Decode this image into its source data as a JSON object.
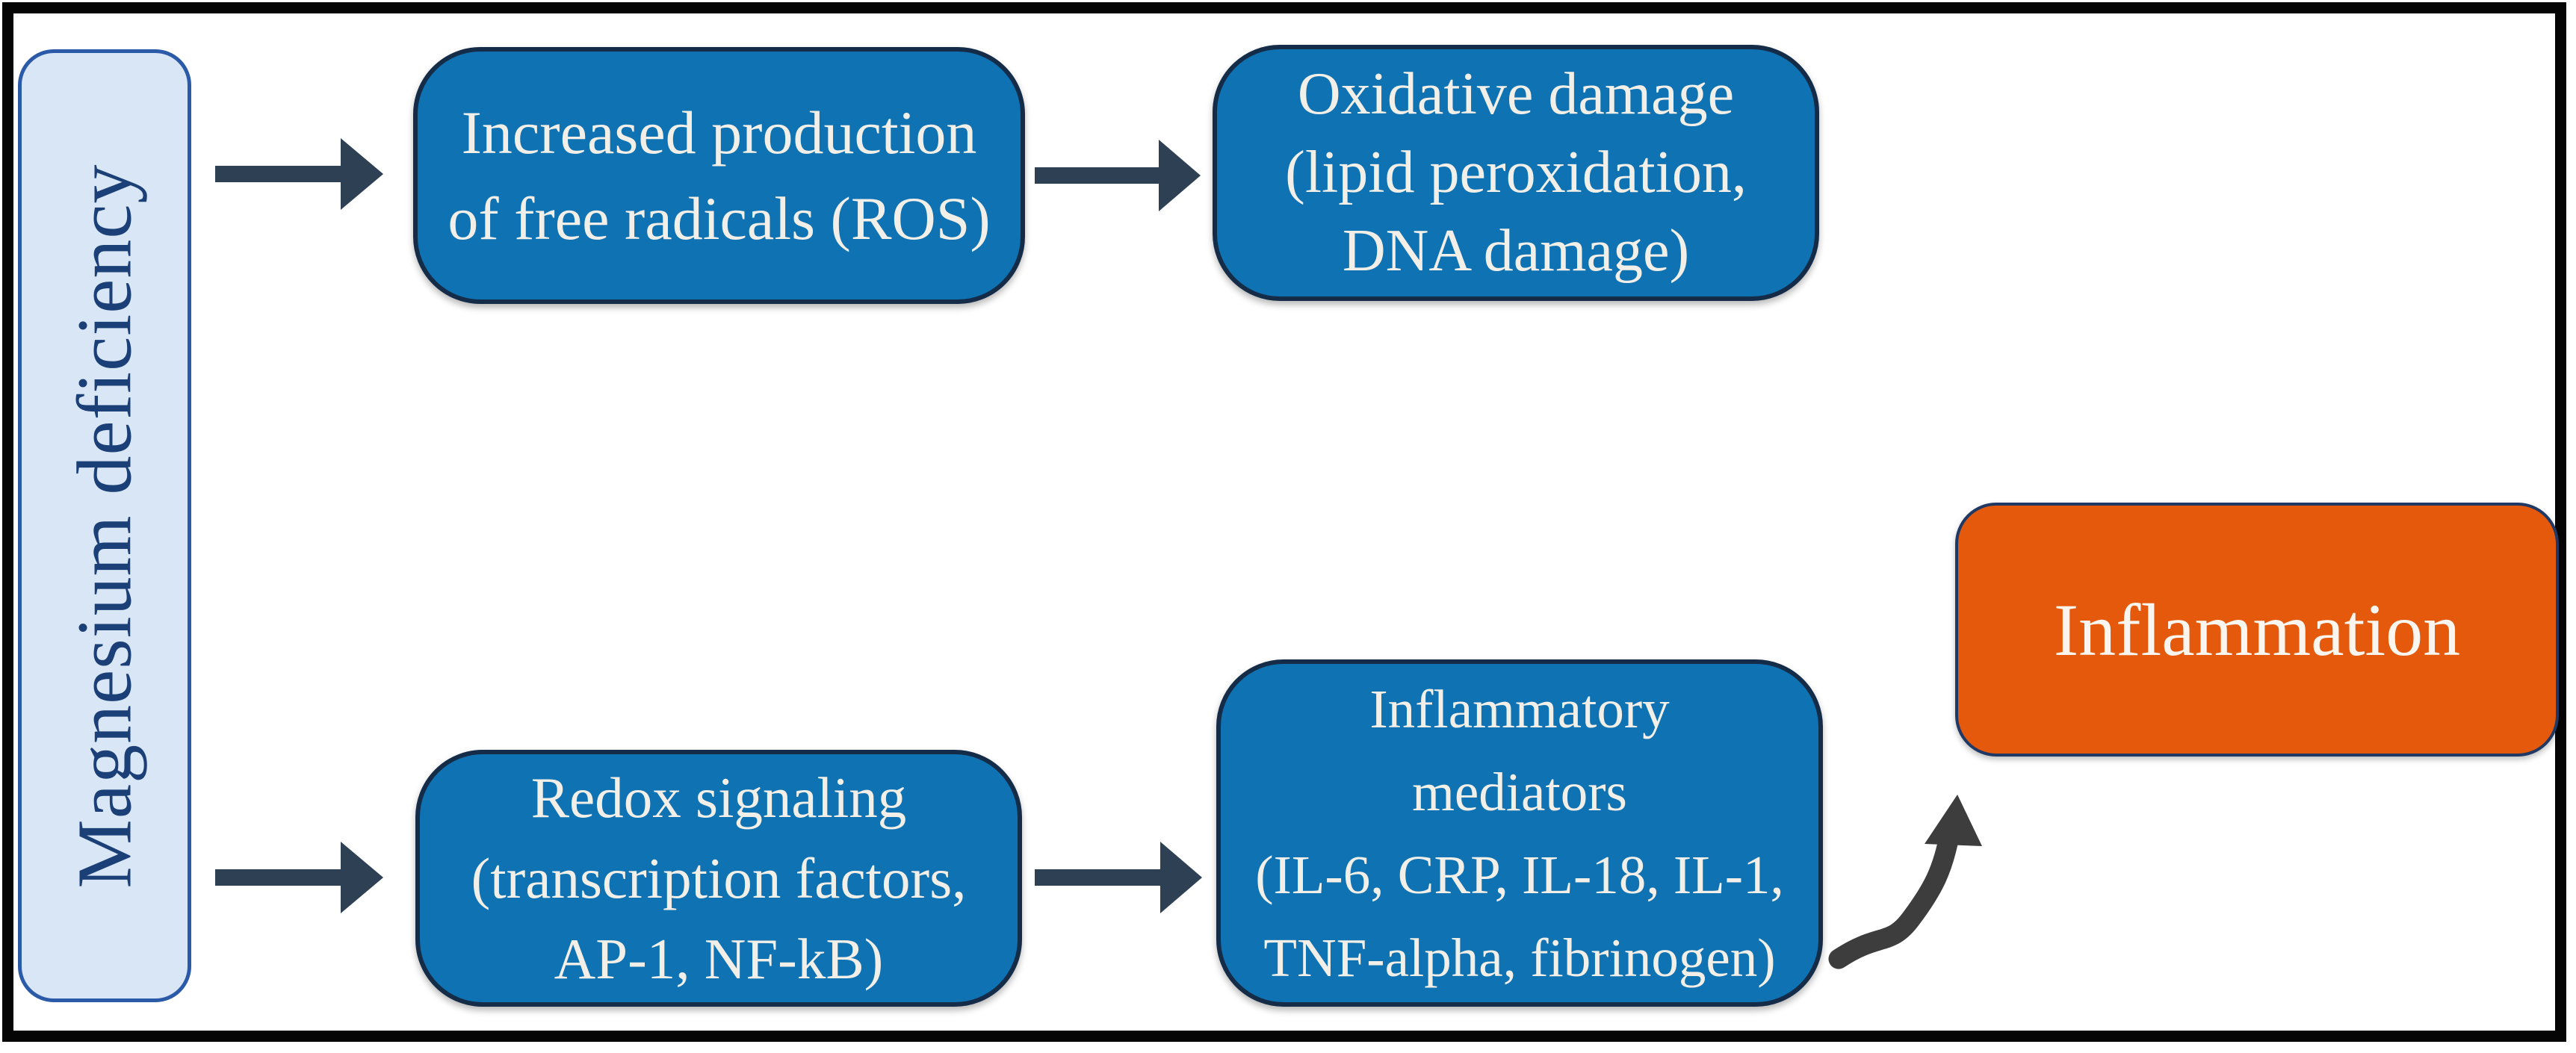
{
  "figure": {
    "title": "Magnesium deficiency, oxidative stress and inflammation flowchart",
    "colors": {
      "frame": "#050505",
      "node-blue-fill": "#0f72b3",
      "node-blue-border": "#142c47",
      "node-blue-text": "#f2efe8",
      "source-fill": "#d9e6f5",
      "source-border": "#2a5aa8",
      "source-text": "#1b3f77",
      "inflammation-fill": "#e4590b",
      "inflammation-border": "#1f3864",
      "inflammation-text": "#faf6ef",
      "arrow": "#2e4154",
      "curved-arrow": "#3d3d3d"
    },
    "nodes": {
      "magnesium": {
        "label": "Magnesium deficiency"
      },
      "ros": {
        "lines": [
          "Increased production",
          "of free radicals (ROS)"
        ]
      },
      "oxidative": {
        "lines": [
          "Oxidative damage",
          "(lipid peroxidation,",
          "DNA damage)"
        ]
      },
      "redox": {
        "lines": [
          "Redox signaling",
          "(transcription factors,",
          "AP-1, NF-kB)"
        ]
      },
      "mediators": {
        "lines": [
          "Inflammatory",
          "mediators",
          "(IL-6, CRP, IL-18, IL-1,",
          "TNF-alpha, fibrinogen)"
        ]
      },
      "inflammation": {
        "label": "Inflammation"
      }
    },
    "edges": [
      {
        "from": "magnesium",
        "to": "ros",
        "style": "straight"
      },
      {
        "from": "ros",
        "to": "oxidative",
        "style": "straight"
      },
      {
        "from": "magnesium",
        "to": "redox",
        "style": "straight"
      },
      {
        "from": "redox",
        "to": "mediators",
        "style": "straight"
      },
      {
        "from": "mediators",
        "to": "inflammation",
        "style": "curved"
      }
    ]
  }
}
